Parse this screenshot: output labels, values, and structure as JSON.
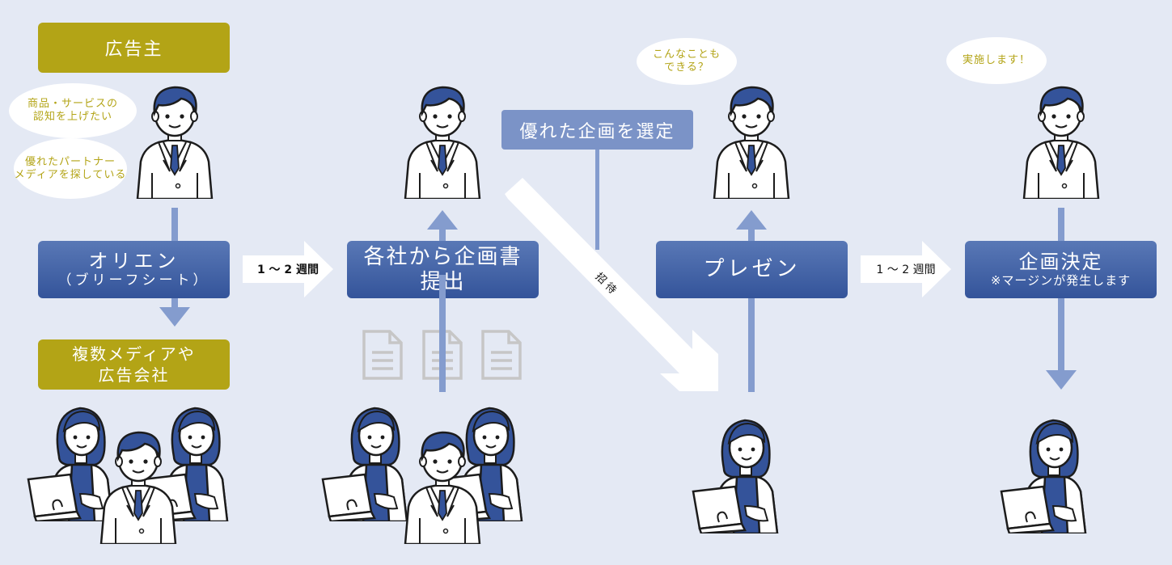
{
  "advertiser": {
    "label": "広告主"
  },
  "bubbles": {
    "awareness": "商品・サービスの\n認知を上げたい",
    "partner": "優れたパートナー\nメディアを探している",
    "anything": "こんなことも\nできる？",
    "implement": "実施します！"
  },
  "media_group": {
    "label": "複数メディアや\n広告会社"
  },
  "select_box": {
    "label": "優れた企画を選定"
  },
  "steps": {
    "orient": {
      "title": "オリエン",
      "sub": "（ブリーフシート）"
    },
    "submit": {
      "title": "各社から企画書\n提出"
    },
    "present": {
      "title": "プレゼン"
    },
    "decide": {
      "title": "企画決定",
      "sub": "※マージンが発生します"
    }
  },
  "arrows": {
    "weeks_1": "1 〜 2 週間",
    "weeks_2": "1 〜 2 週間",
    "invite": "招 待"
  },
  "colors": {
    "background": "#e4e9f4",
    "gold": "#b3a416",
    "step_blue": "#3f5fa3",
    "light_blue": "#7b93c7",
    "person_blue": "#34539a"
  }
}
